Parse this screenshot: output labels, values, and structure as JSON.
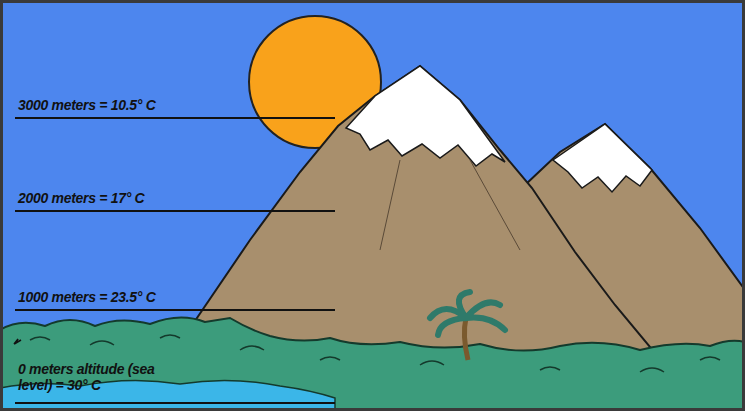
{
  "diagram": {
    "labels": [
      "3000 meters = 10.5° C",
      "2000 meters = 17° C",
      "1000 meters = 23.5° C",
      "0 meters altitude (sea level) = 30° C"
    ]
  }
}
